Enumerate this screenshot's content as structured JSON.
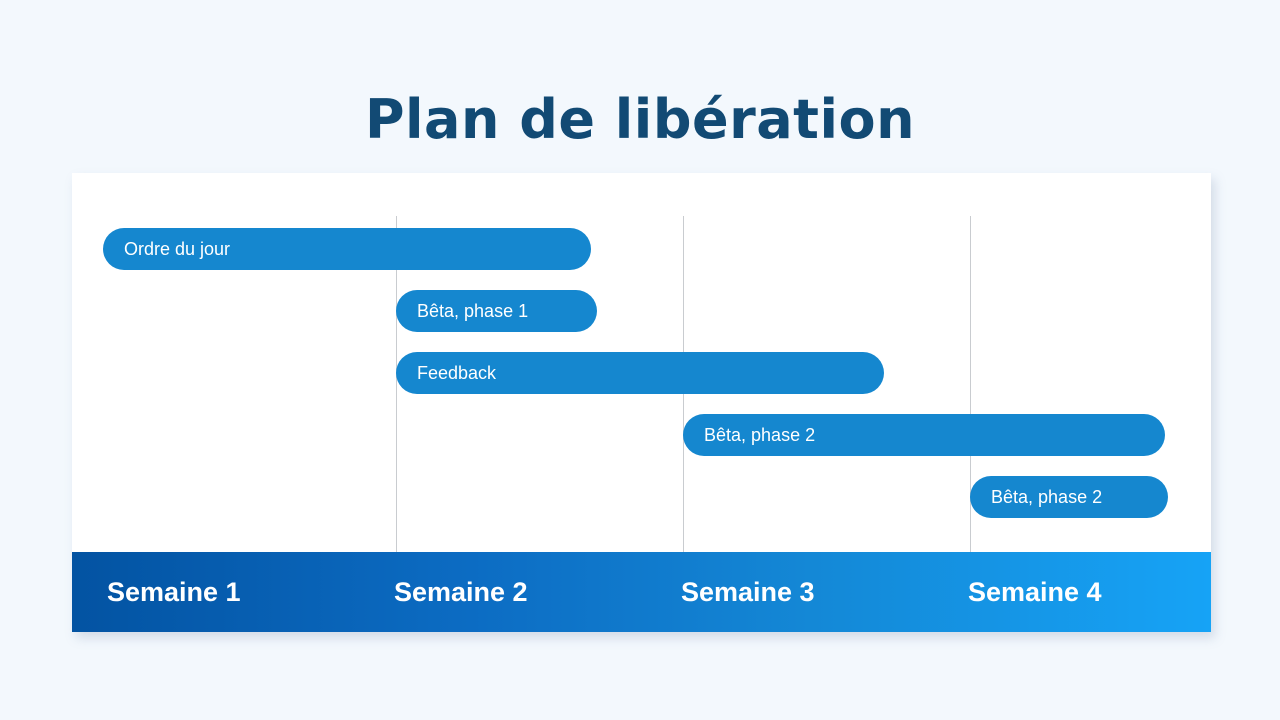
{
  "chart_data": {
    "type": "gantt",
    "title": "Plan de libération",
    "categories": [
      "Semaine 1",
      "Semaine 2",
      "Semaine 3",
      "Semaine 4"
    ],
    "x_unit": "weeks",
    "xlim": [
      0,
      4
    ],
    "grid": true,
    "tasks": [
      {
        "label": "Ordre du jour",
        "start": 0.0,
        "end": 1.68
      },
      {
        "label": "Bêta, phase 1",
        "start": 1.0,
        "end": 1.7
      },
      {
        "label": "Feedback",
        "start": 1.0,
        "end": 2.7
      },
      {
        "label": "Bêta, phase 2",
        "start": 2.0,
        "end": 3.68
      },
      {
        "label": "Bêta, phase 2",
        "start": 3.0,
        "end": 3.69
      }
    ],
    "colors": {
      "bar": "#1587cf",
      "title": "#124a74",
      "footer_start": "#0353a2",
      "footer_end": "#16a3f6"
    }
  }
}
